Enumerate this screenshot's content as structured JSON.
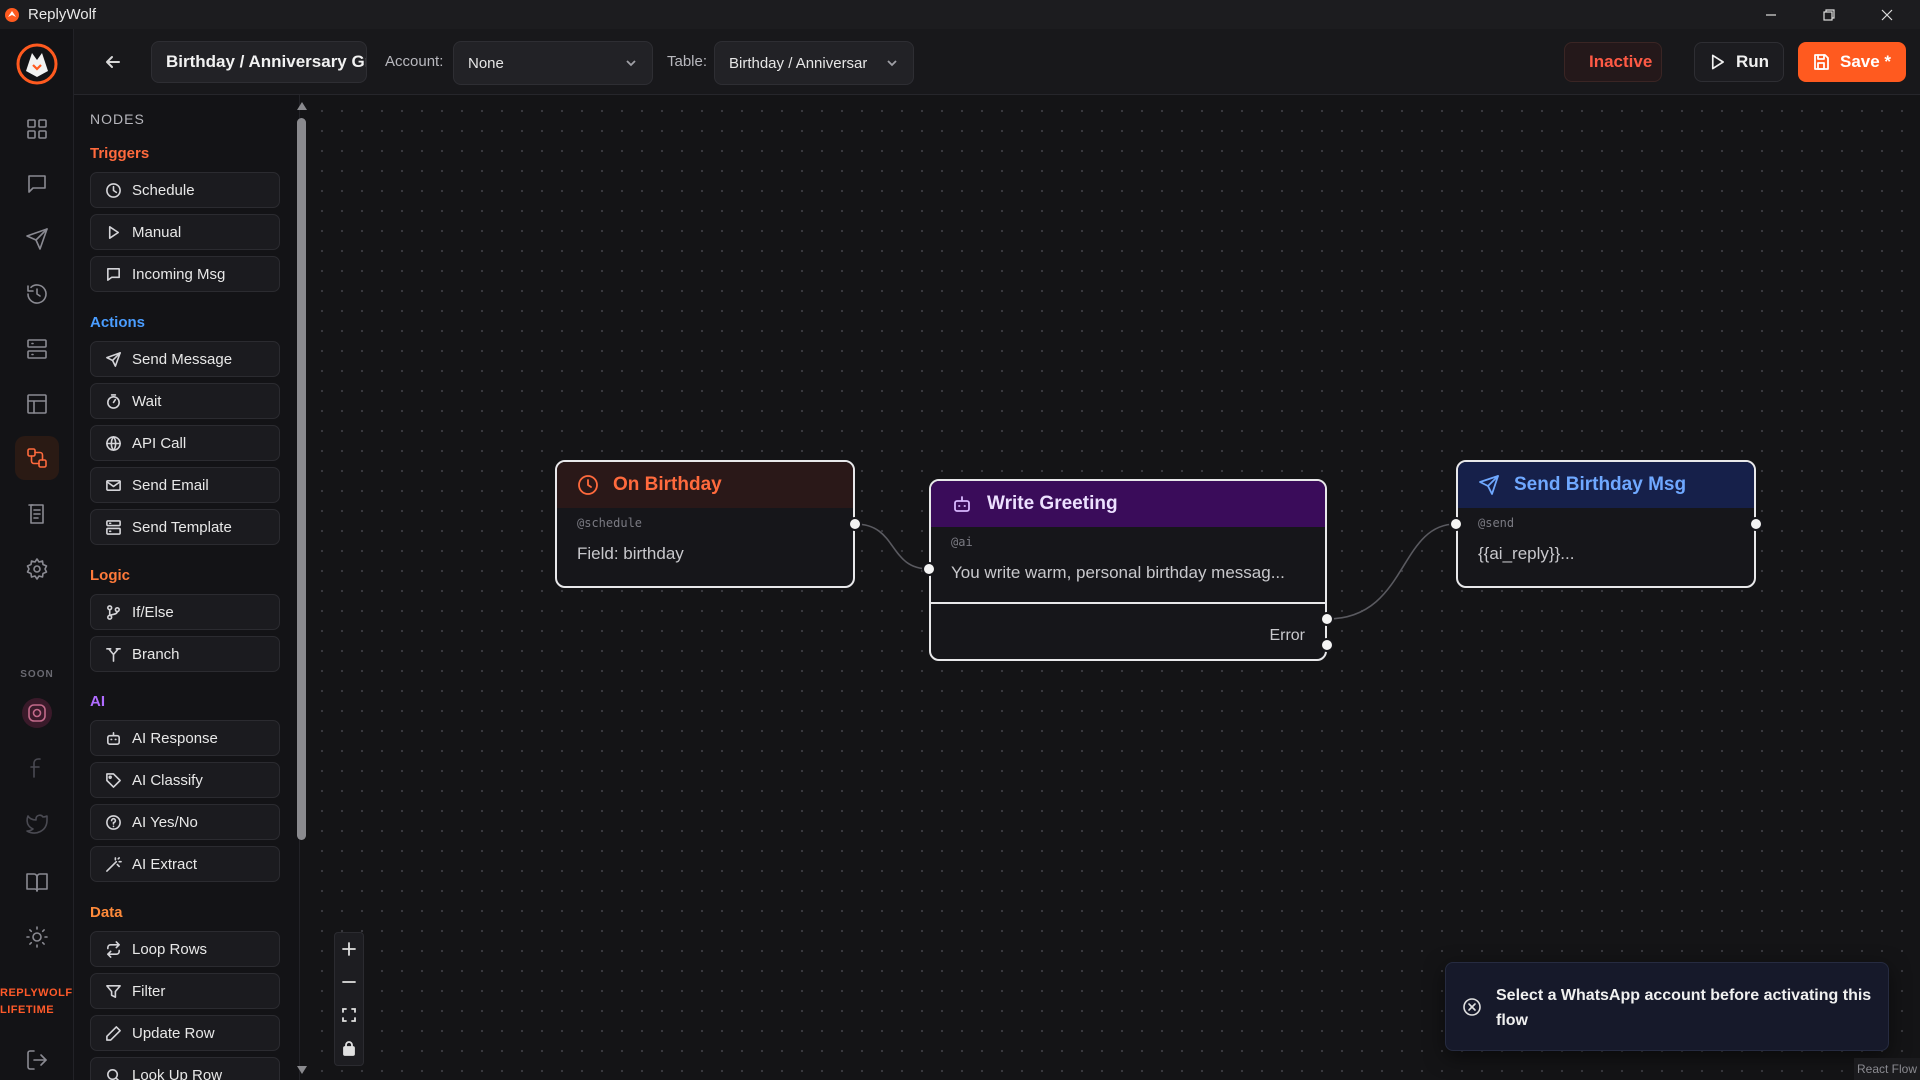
{
  "window": {
    "title": "ReplyWolf"
  },
  "rail": {
    "items": [
      {
        "name": "dashboard-icon"
      },
      {
        "name": "chat-icon"
      },
      {
        "name": "send-icon"
      },
      {
        "name": "history-icon"
      },
      {
        "name": "templates-icon"
      },
      {
        "name": "table-icon"
      },
      {
        "name": "flows-icon",
        "active": true
      },
      {
        "name": "logs-icon"
      },
      {
        "name": "settings-icon"
      }
    ],
    "soon_label": "SOON",
    "brand_line1": "REPLYWOLF",
    "brand_line2": "LIFETIME"
  },
  "topbar": {
    "flow_name": "Birthday / Anniversary Greetings",
    "account_label": "Account:",
    "account_value": "None",
    "table_label": "Table:",
    "table_value": "Birthday / Anniversary",
    "inactive_label": "Inactive",
    "run_label": "Run",
    "save_label": "Save *"
  },
  "nodes_panel": {
    "title": "NODES",
    "categories": {
      "triggers": "Triggers",
      "actions": "Actions",
      "logic": "Logic",
      "ai": "AI",
      "data": "Data"
    },
    "triggers": [
      "Schedule",
      "Manual",
      "Incoming Msg"
    ],
    "actions": [
      "Send Message",
      "Wait",
      "API Call",
      "Send Email",
      "Send Template"
    ],
    "logic": [
      "If/Else",
      "Branch"
    ],
    "ai": [
      "AI Response",
      "AI Classify",
      "AI Yes/No",
      "AI Extract"
    ],
    "data": [
      "Loop Rows",
      "Filter",
      "Update Row",
      "Look Up Row"
    ]
  },
  "flow": {
    "node1": {
      "title": "On Birthday",
      "tag": "@schedule",
      "body": "Field: birthday"
    },
    "node2": {
      "title": "Write Greeting",
      "tag": "@ai",
      "body": "You write warm, personal birthday messag...",
      "error_label": "Error"
    },
    "node3": {
      "title": "Send Birthday Msg",
      "tag": "@send",
      "body": "{{ai_reply}}..."
    }
  },
  "toast": {
    "message": "Select a WhatsApp account before activating this flow"
  },
  "attribution": "React Flow",
  "colors": {
    "accent": "#ff5a1f",
    "trigger": "#ff6a3d",
    "action": "#4a9dff",
    "ai": "#b06cff",
    "inactive": "#ff5a45"
  }
}
